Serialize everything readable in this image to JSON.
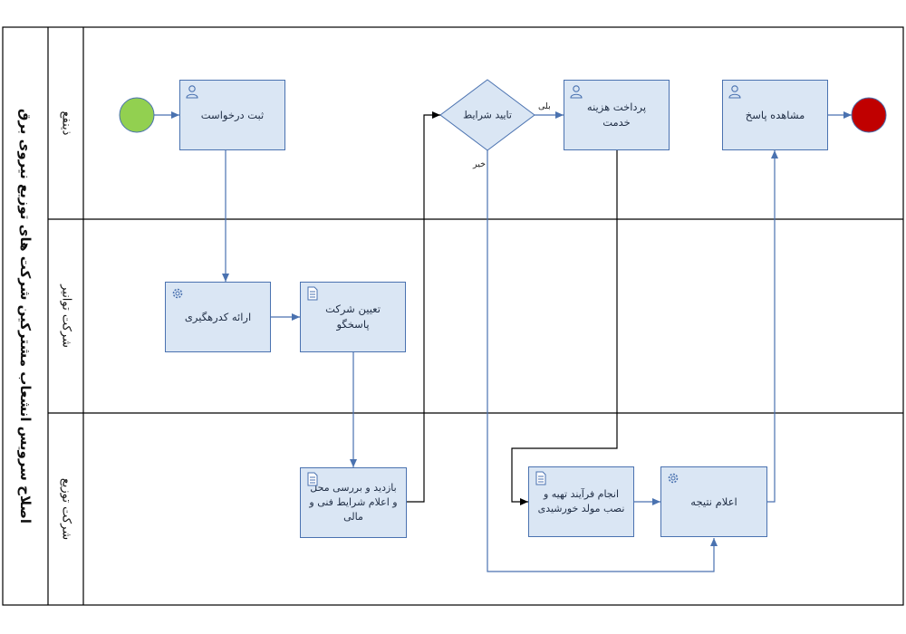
{
  "pool": {
    "title": "اصلاح سرویس انشعاب مشترکین شرکت های توزیع نیروی برق"
  },
  "lanes": [
    {
      "id": "lane1",
      "label": "ذینفع"
    },
    {
      "id": "lane2",
      "label": "شرکت توانیر"
    },
    {
      "id": "lane3",
      "label": "شرکت توزیع"
    }
  ],
  "tasks": {
    "register_request": "ثبت درخواست",
    "provide_tracking": "ارائه کدرهگیری",
    "assign_company": "تعیین شرکت پاسخگو",
    "site_visit": "بازدید و بررسی محل و اعلام شرایط فنی و مالی",
    "pay_fee": "پرداخت هزینه خدمت",
    "install": "انجام فرآیند تهیه و نصب مولد خورشیدی",
    "announce_result": "اعلام نتیجه",
    "view_response": "مشاهده پاسخ"
  },
  "gateway": {
    "label": "تایید شرایط",
    "yes": "بلی",
    "no": "خیر"
  },
  "colors": {
    "start": "#92d050",
    "end": "#c00000",
    "task_fill": "#dae6f4",
    "task_border": "#4a72b0",
    "arrow": "#4a72b0"
  }
}
